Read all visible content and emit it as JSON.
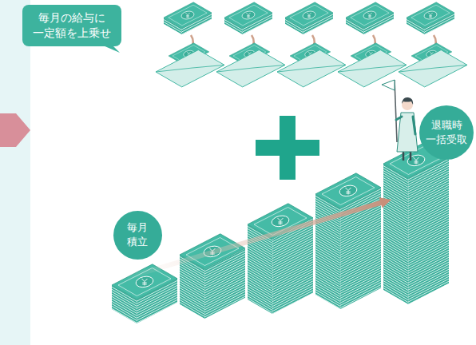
{
  "diagram": {
    "nodes": [
      {
        "text": [
          "毎月の給与に 一定額を上乗せ"
        ]
      },
      {
        "text": [
          "退職時 一括受取"
        ]
      },
      {
        "text": [
          "毎月 積立"
        ]
      }
    ]
  }
}
